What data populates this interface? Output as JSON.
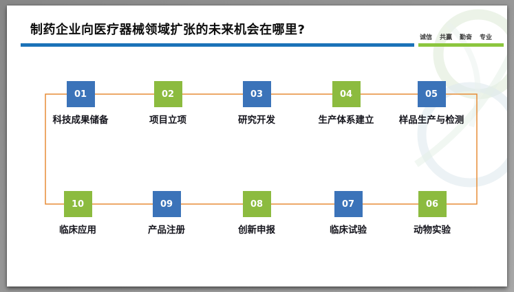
{
  "slide": {
    "title": "制药企业向医疗器械领域扩张的未来机会在哪里?",
    "slogan": {
      "items": [
        "诚信",
        "共赢",
        "勤奋",
        "专业"
      ]
    },
    "accent_colors": {
      "title_rule_blue": "#1b72b8",
      "title_rule_green": "#8cc63e",
      "box_blue": "#3b73b9",
      "box_green": "#8cbb3f",
      "connector_orange": "#e78c35",
      "label_text": "#14141c"
    },
    "icons": {
      "watermark": "globe-logo-watermark-icon"
    }
  },
  "flow": {
    "row1": [
      {
        "num": "01",
        "label": "科技成果储备",
        "color": "blue"
      },
      {
        "num": "02",
        "label": "项目立项",
        "color": "green"
      },
      {
        "num": "03",
        "label": "研究开发",
        "color": "blue"
      },
      {
        "num": "04",
        "label": "生产体系建立",
        "color": "green"
      },
      {
        "num": "05",
        "label": "样品生产与检测",
        "color": "blue"
      }
    ],
    "row2": [
      {
        "num": "10",
        "label": "临床应用",
        "color": "green"
      },
      {
        "num": "09",
        "label": "产品注册",
        "color": "blue"
      },
      {
        "num": "08",
        "label": "创新申报",
        "color": "green"
      },
      {
        "num": "07",
        "label": "临床试验",
        "color": "blue"
      },
      {
        "num": "06",
        "label": "动物实验",
        "color": "green"
      }
    ]
  }
}
